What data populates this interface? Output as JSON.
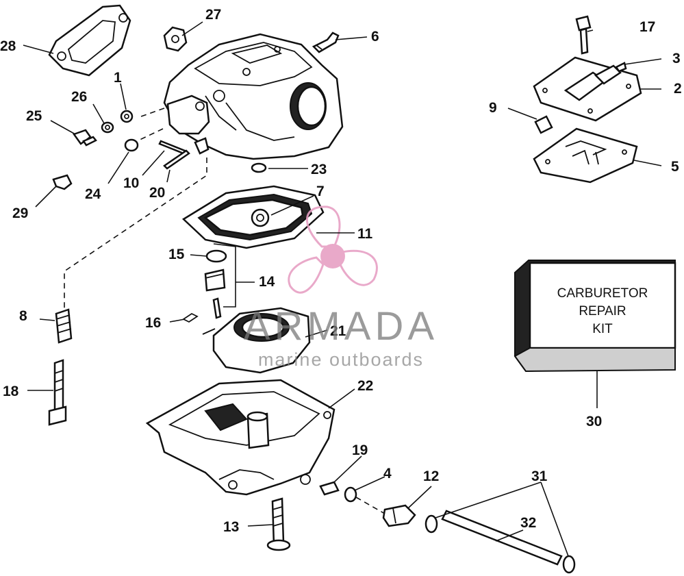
{
  "callouts": {
    "c1": "1",
    "c2": "2",
    "c3": "3",
    "c4": "4",
    "c5": "5",
    "c6": "6",
    "c7": "7",
    "c8": "8",
    "c9": "9",
    "c10": "10",
    "c11": "11",
    "c12": "12",
    "c13": "13",
    "c14": "14",
    "c15": "15",
    "c16": "16",
    "c17": "17",
    "c18": "18",
    "c19": "19",
    "c20": "20",
    "c21": "21",
    "c22": "22",
    "c23": "23",
    "c24": "24",
    "c25": "25",
    "c26": "26",
    "c27": "27",
    "c28": "28",
    "c29": "29",
    "c30": "30",
    "c31": "31",
    "c32": "32"
  },
  "kit_box": {
    "line1": "CARBURETOR",
    "line2": "REPAIR",
    "line3": "KIT"
  },
  "watermark": {
    "brand": "ARMADA",
    "tagline": "marine outboards",
    "logo_color": "#e7a0c4"
  }
}
